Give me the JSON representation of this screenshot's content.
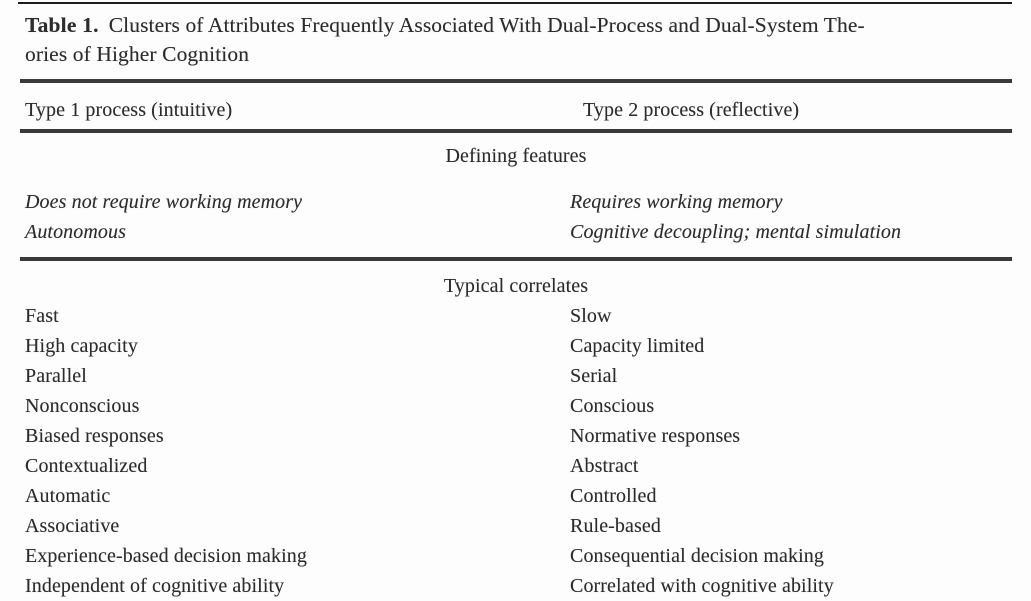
{
  "table": {
    "caption": {
      "label": "Table 1.",
      "line1": "Clusters of Attributes Frequently Associated With Dual-Process and Dual-System The-",
      "line2": "ories of Higher Cognition"
    },
    "columns": {
      "left": "Type 1 process (intuitive)",
      "right": "Type 2 process (reflective)"
    },
    "sections": [
      {
        "heading": "Defining features",
        "style": "italic",
        "rows": [
          {
            "left": "Does not require working memory",
            "right": "Requires working memory"
          },
          {
            "left": "Autonomous",
            "right": "Cognitive decoupling; mental simulation"
          }
        ]
      },
      {
        "heading": "Typical correlates",
        "style": "roman",
        "rows": [
          {
            "left": "Fast",
            "right": "Slow"
          },
          {
            "left": "High capacity",
            "right": "Capacity limited"
          },
          {
            "left": "Parallel",
            "right": "Serial"
          },
          {
            "left": "Nonconscious",
            "right": "Conscious"
          },
          {
            "left": "Biased responses",
            "right": "Normative responses"
          },
          {
            "left": "Contextualized",
            "right": "Abstract"
          },
          {
            "left": "Automatic",
            "right": "Controlled"
          },
          {
            "left": "Associative",
            "right": "Rule-based"
          },
          {
            "left": "Experience-based decision making",
            "right": "Consequential decision making"
          },
          {
            "left": "Independent of cognitive ability",
            "right": "Correlated with cognitive ability"
          }
        ]
      }
    ],
    "colors": {
      "text": "#2c2c2c",
      "rule": "#3a3a3a",
      "background": "#fdfdfd"
    }
  }
}
